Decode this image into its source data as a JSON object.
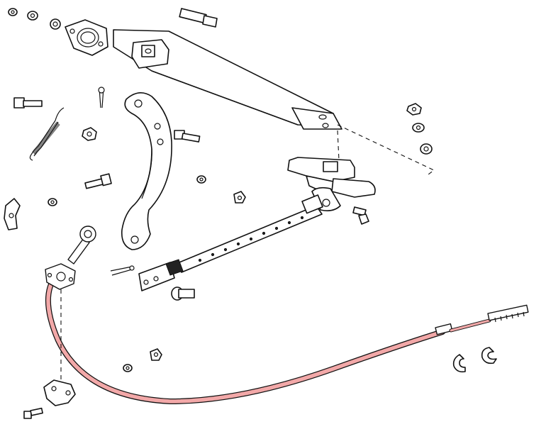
{
  "diagram": {
    "kind": "exploded-parts-view",
    "highlight_color": "#f2a8a8",
    "line_color": "#111111",
    "background": "#ffffff",
    "parts": [
      "mounting-bracket",
      "pivot-arm",
      "ratchet-rod",
      "handle-assembly",
      "brake-cable",
      "cable-guide-bracket",
      "cable-end-eyelet",
      "return-spring",
      "clevis",
      "cotter-pin",
      "clevis-pin",
      "small-clip-bracket",
      "bolt",
      "nut",
      "washer",
      "lock-washer",
      "retaining-clip"
    ],
    "highlighted_parts": [
      "brake-cable",
      "cable-guide-bracket",
      "cable-end-eyelet"
    ]
  }
}
